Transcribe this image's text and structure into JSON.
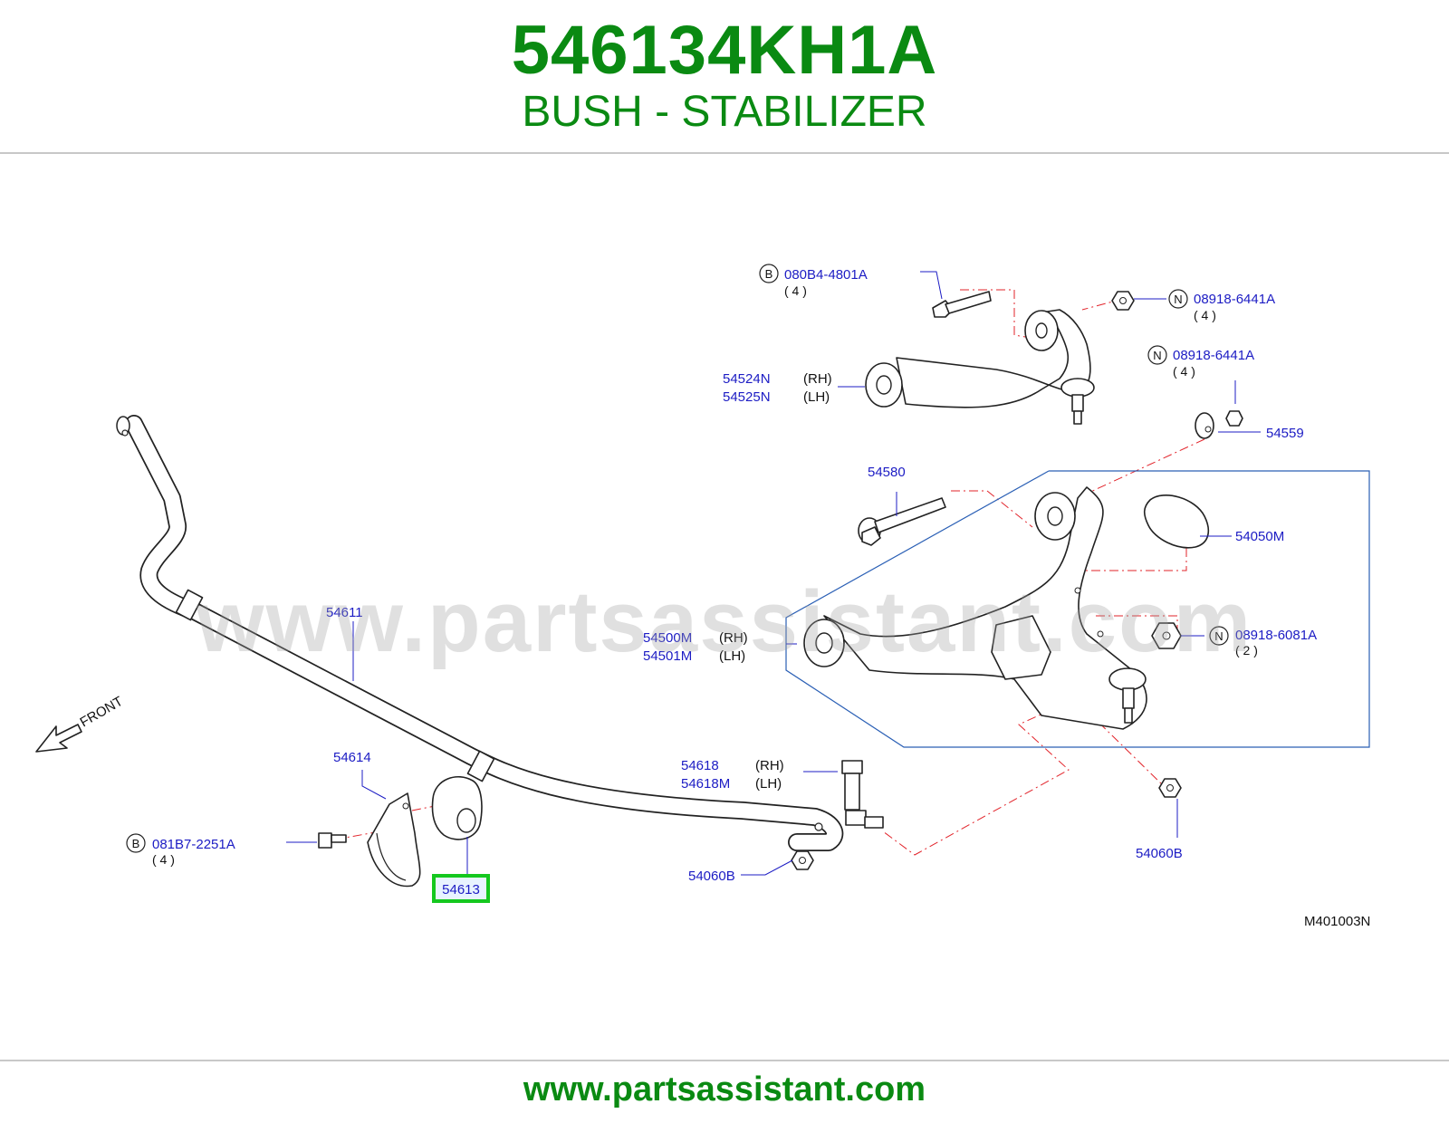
{
  "header": {
    "part_number": "546134KH1A",
    "part_name": "BUSH - STABILIZER"
  },
  "watermark": "www.partsassistant.com",
  "footer": {
    "url": "www.partsassistant.com"
  },
  "diagram": {
    "code": "M401003N",
    "front_label": "FRONT",
    "highlighted_part": "54613",
    "callouts": {
      "c_080B4": {
        "circle": "B",
        "number": "080B4-4801A",
        "qty": "( 4 )"
      },
      "c_08918_a": {
        "circle": "N",
        "number": "08918-6441A",
        "qty": "( 4 )"
      },
      "c_08918_b": {
        "circle": "N",
        "number": "08918-6441A",
        "qty": "( 4 )"
      },
      "c_54524": {
        "rh": "54524N",
        "lh": "54525N",
        "rh_tag": "(RH)",
        "lh_tag": "(LH)"
      },
      "c_54559": {
        "number": "54559"
      },
      "c_54580": {
        "number": "54580"
      },
      "c_54050M": {
        "number": "54050M"
      },
      "c_54611": {
        "number": "54611"
      },
      "c_54500": {
        "rh": "54500M",
        "lh": "54501M",
        "rh_tag": "(RH)",
        "lh_tag": "(LH)"
      },
      "c_08918_6081": {
        "circle": "N",
        "number": "08918-6081A",
        "qty": "( 2 )"
      },
      "c_54614": {
        "number": "54614"
      },
      "c_54618": {
        "rh": "54618",
        "lh": "54618M",
        "rh_tag": "(RH)",
        "lh_tag": "(LH)"
      },
      "c_081B7": {
        "circle": "B",
        "number": "081B7-2251A",
        "qty": "( 4 )"
      },
      "c_54613": {
        "number": "54613"
      },
      "c_54060B_a": {
        "number": "54060B"
      },
      "c_54060B_b": {
        "number": "54060B"
      }
    }
  },
  "colors": {
    "brand_green": "#0a8a12",
    "label_blue": "#1c1cc4",
    "dash_red": "#e2232a",
    "highlight_green": "#15c81f",
    "box_blue": "#2a5fb5"
  }
}
